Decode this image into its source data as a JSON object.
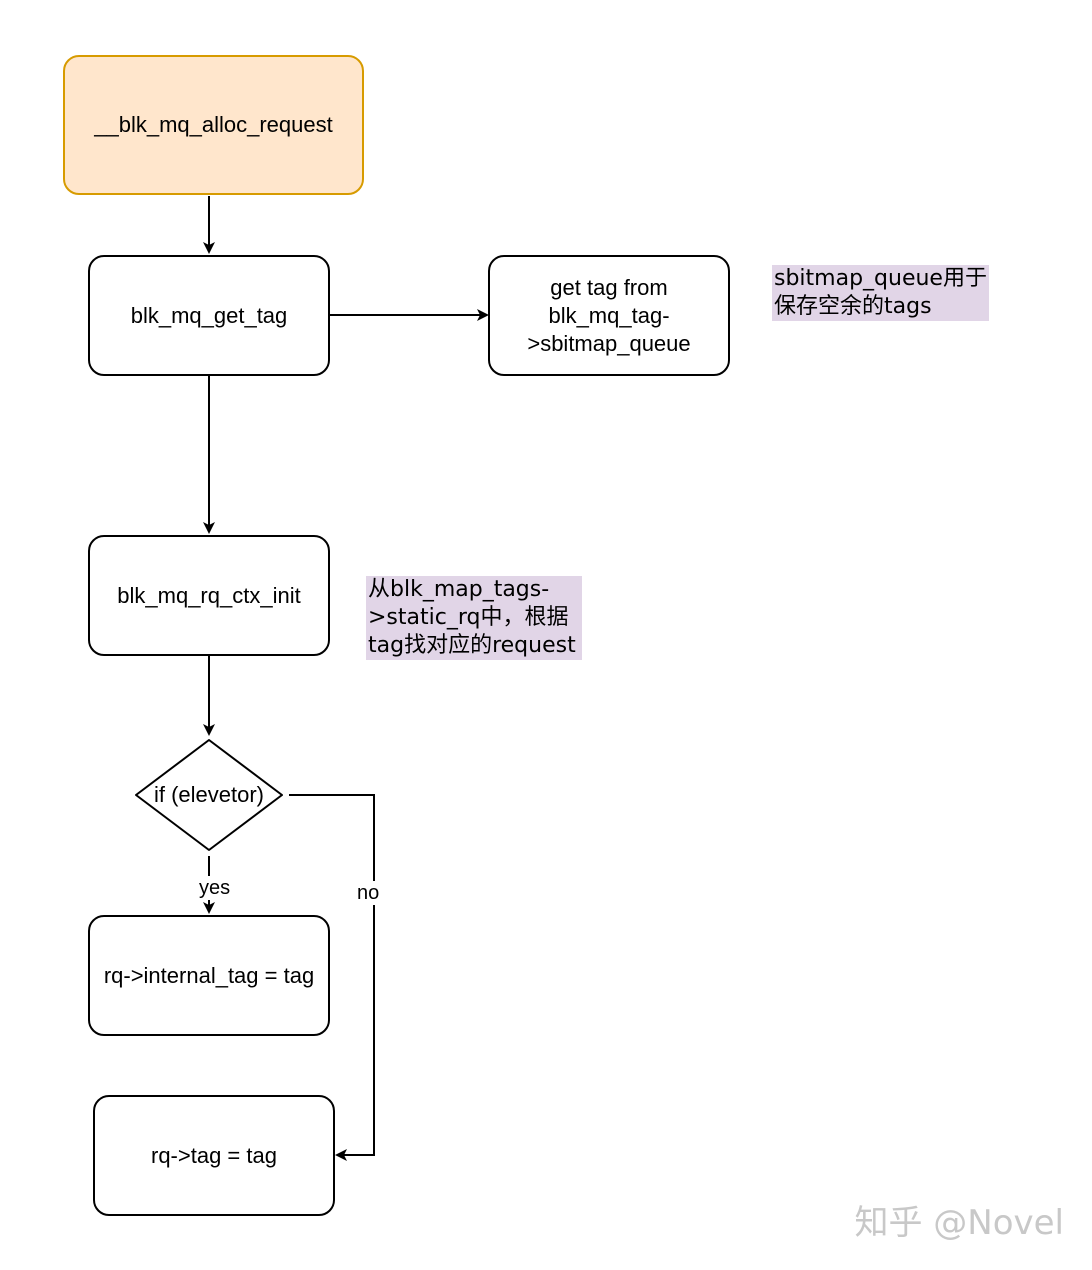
{
  "nodes": {
    "alloc": "__blk_mq_alloc_request",
    "get_tag": "blk_mq_get_tag",
    "from_queue": "get tag from blk_mq_tag->sbitmap_queue",
    "ctx_init": "blk_mq_rq_ctx_init",
    "decision": "if (elevetor)",
    "internal": "rq->internal_tag = tag",
    "tag": "rq->tag = tag"
  },
  "notes": {
    "sbitmap": "sbitmap_queue用于\n保存空余的tags",
    "static_rq": "从blk_map_tags-\n>static_rq中，根据\ntag找对应的request"
  },
  "edge_labels": {
    "yes": "yes",
    "no": "no"
  },
  "watermark": "知乎 @Novel",
  "colors": {
    "start_fill": "#ffe6cc",
    "start_border": "#d79b00",
    "note_fill": "#e1d5e7"
  }
}
